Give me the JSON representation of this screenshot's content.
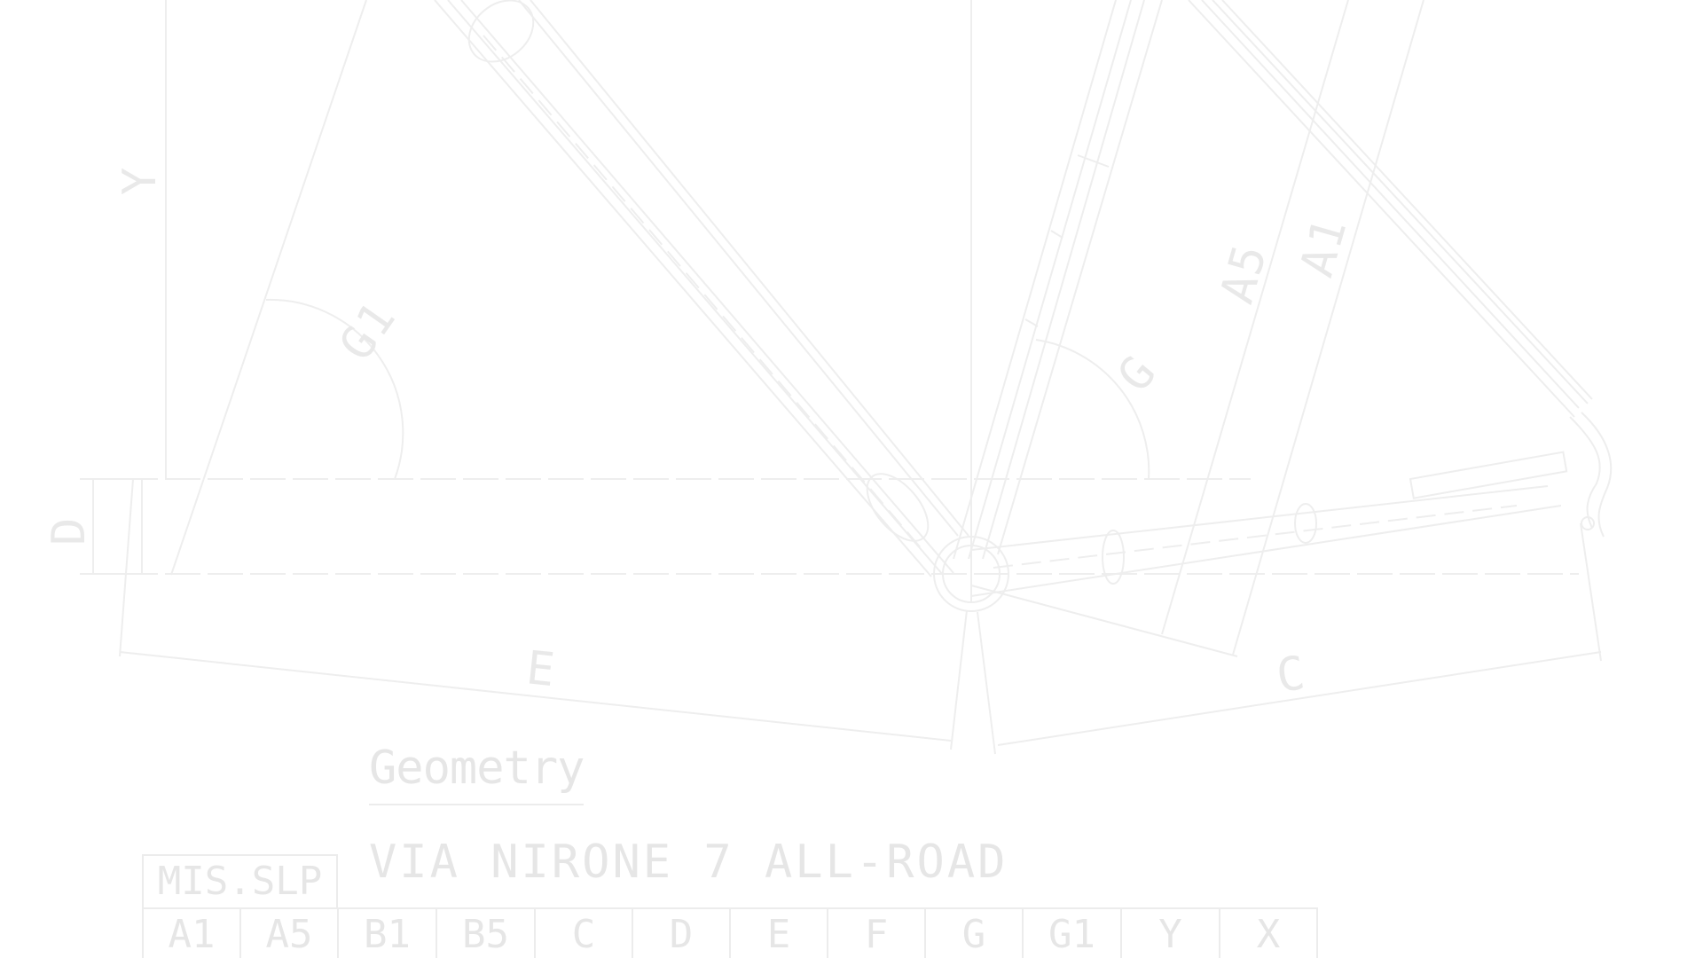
{
  "diagram": {
    "dimension_labels": {
      "Y": "Y",
      "G1": "G1",
      "D": "D",
      "E": "E",
      "G": "G",
      "A5": "A5",
      "A1": "A1",
      "C": "C"
    }
  },
  "title": "Geometry",
  "model_name": "VIA NIRONE 7 ALL-ROAD",
  "table": {
    "size_label": "MIS.SLP",
    "columns": [
      "A1",
      "A5",
      "B1",
      "B5",
      "C",
      "D",
      "E",
      "F",
      "G",
      "G1",
      "Y",
      "X"
    ]
  }
}
